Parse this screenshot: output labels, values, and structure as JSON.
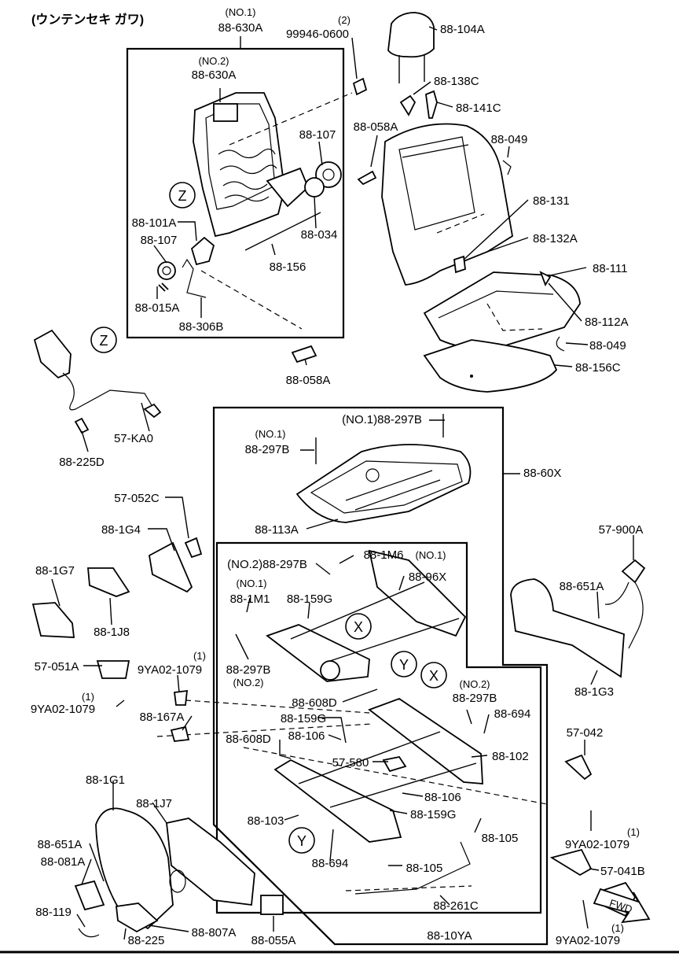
{
  "diagram": {
    "title": "(ウンテンセキ ガワ)",
    "callouts": {
      "z": "Z",
      "x": "X",
      "y": "Y",
      "fwd": "FWD"
    },
    "labels": {
      "l_630a_no1_q": "(NO.1)",
      "l_630a_no1": "88-630A",
      "l_630a_no2_q": "(NO.2)",
      "l_630a_no2": "88-630A",
      "l_99946_q": "(2)",
      "l_99946": "99946-0600",
      "l_104a": "88-104A",
      "l_138c": "88-138C",
      "l_141c": "88-141C",
      "l_058a_top": "88-058A",
      "l_049_top": "88-049",
      "l_107_a": "88-107",
      "l_131": "88-131",
      "l_101a": "88-101A",
      "l_132a": "88-132A",
      "l_107_b": "88-107",
      "l_034": "88-034",
      "l_111": "88-111",
      "l_156": "88-156",
      "l_015a": "88-015A",
      "l_112a": "88-112A",
      "l_306b": "88-306B",
      "l_049_bot": "88-049",
      "l_156c": "88-156C",
      "l_058a_bot": "88-058A",
      "l_297b_no1_top": "(NO.1)88-297B",
      "l_ka0": "57-KA0",
      "l_297b_no1_left_q": "(NO.1)",
      "l_297b_no1_left": "88-297B",
      "l_225d": "88-225D",
      "l_60x": "88-60X",
      "l_052c": "57-052C",
      "l_113a": "88-113A",
      "l_1g4": "88-1G4",
      "l_900a": "57-900A",
      "l_1m6": "88-1M6",
      "l_1m6_q": "(NO.1)",
      "l_297b_no2": "(NO.2)88-297B",
      "l_1g7": "88-1G7",
      "l_96x": "88-96X",
      "l_1m1_q": "(NO.1)",
      "l_1m1": "88-1M1",
      "l_159g_a": "88-159G",
      "l_651a_r": "88-651A",
      "l_1j8": "88-1J8",
      "l_297b_b": "88-297B",
      "l_297b_b_q": "(NO.2)",
      "l_051a": "57-051A",
      "l_9ya02_a_q": "(1)",
      "l_9ya02_a": "9YA02-1079",
      "l_1g3": "88-1G3",
      "l_9ya02_b_q": "(1)",
      "l_9ya02_b": "9YA02-1079",
      "l_608d_a": "88-608D",
      "l_297b_no2_r_q": "(NO.2)",
      "l_297b_no2_r": "88-297B",
      "l_167a": "88-167A",
      "l_159g_b": "88-159G",
      "l_694_a": "88-694",
      "l_106_a": "88-106",
      "l_608d_b": "88-608D",
      "l_042": "57-042",
      "l_102": "88-102",
      "l_580": "57-580",
      "l_1g1": "88-1G1",
      "l_106_b": "88-106",
      "l_1j7": "88-1J7",
      "l_159g_c": "88-159G",
      "l_103": "88-103",
      "l_105_a": "88-105",
      "l_9ya02_c_q": "(1)",
      "l_9ya02_c": "9YA02-1079",
      "l_651a_l": "88-651A",
      "l_694_b": "88-694",
      "l_081a": "88-081A",
      "l_105_b": "88-105",
      "l_041b": "57-041B",
      "l_261c": "88-261C",
      "l_119": "88-119",
      "l_807a": "88-807A",
      "l_225": "88-225",
      "l_055a": "88-055A",
      "l_10ya": "88-10YA",
      "l_9ya02_d_q": "(1)",
      "l_9ya02_d": "9YA02-1079"
    }
  }
}
